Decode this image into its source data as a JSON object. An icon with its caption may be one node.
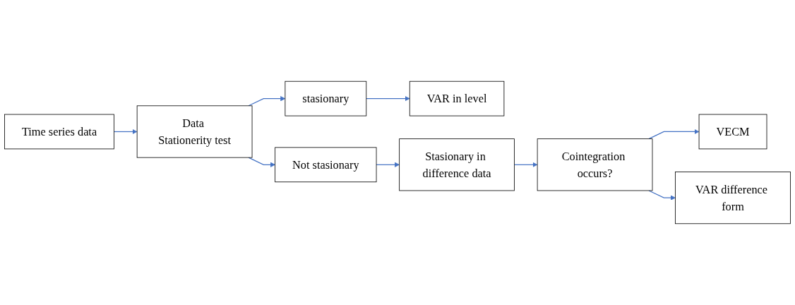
{
  "diagram": {
    "nodes": [
      {
        "text": [
          "Time series data"
        ]
      },
      {
        "text": [
          "Data Stationerity test"
        ]
      },
      {
        "text": [
          "stasionary"
        ]
      },
      {
        "text": [
          "VAR in level"
        ]
      },
      {
        "text": [
          "Not stasionary"
        ]
      },
      {
        "text": [
          "Stasionary in difference data"
        ]
      },
      {
        "text": [
          "Cointegration occurs?"
        ]
      },
      {
        "text": [
          "VECM"
        ]
      },
      {
        "text": [
          "VAR difference form"
        ]
      }
    ],
    "edges": [
      {
        "from": 0,
        "to": 1,
        "arrow": "to"
      },
      {
        "from": 1,
        "to": 2,
        "arrow": "to"
      },
      {
        "from": 2,
        "to": 3,
        "arrow": "to"
      },
      {
        "from": 1,
        "to": 4,
        "arrow": "to"
      },
      {
        "from": 4,
        "to": 5,
        "arrow": "to"
      },
      {
        "from": 5,
        "to": 6,
        "arrow": "to"
      },
      {
        "from": 6,
        "to": 7,
        "arrow": "to"
      },
      {
        "from": 6,
        "to": 8,
        "arrow": "to"
      }
    ]
  }
}
